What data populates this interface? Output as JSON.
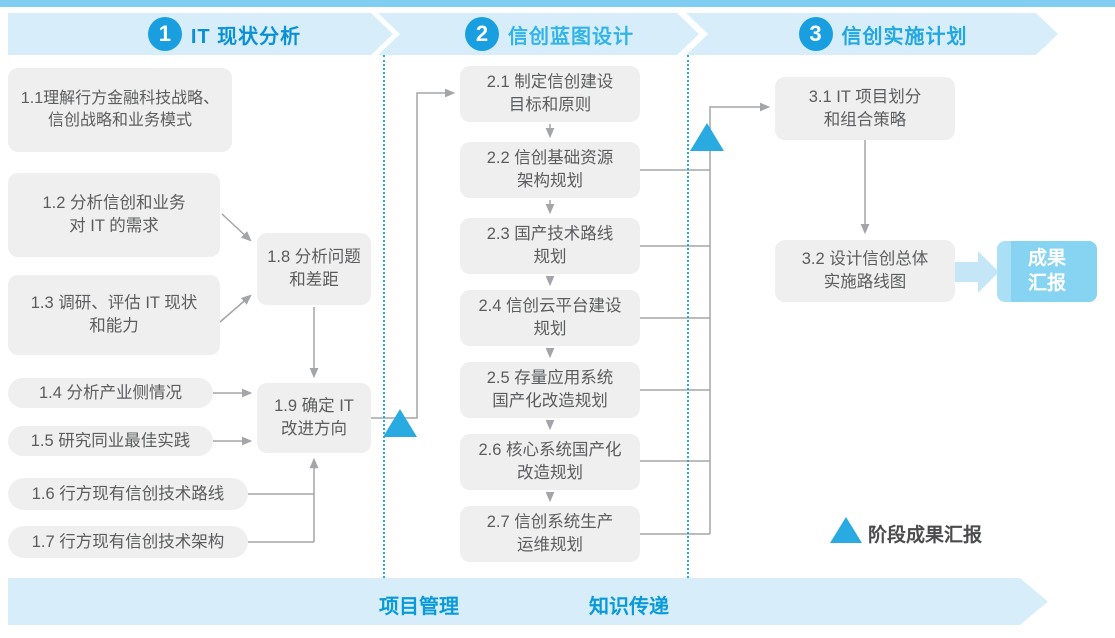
{
  "phases": [
    {
      "number": "1",
      "title": "IT 现状分析"
    },
    {
      "number": "2",
      "title": "信创蓝图设计"
    },
    {
      "number": "3",
      "title": "信创实施计划"
    }
  ],
  "steps": {
    "s11": {
      "l1": "1.1理解行方金融科技战略、",
      "l2": "信创战略和业务模式"
    },
    "s12": {
      "l1": "1.2 分析信创和业务",
      "l2": "对 IT 的需求"
    },
    "s13": {
      "l1": "1.3 调研、评估 IT 现状",
      "l2": "和能力"
    },
    "s14": {
      "l1": "1.4 分析产业侧情况"
    },
    "s15": {
      "l1": "1.5 研究同业最佳实践"
    },
    "s16": {
      "l1": "1.6 行方现有信创技术路线"
    },
    "s17": {
      "l1": "1.7 行方现有信创技术架构"
    },
    "s18": {
      "l1": "1.8 分析问题",
      "l2": "和差距"
    },
    "s19": {
      "l1": "1.9 确定 IT",
      "l2": "改进方向"
    },
    "s21": {
      "l1": "2.1 制定信创建设",
      "l2": "目标和原则"
    },
    "s22": {
      "l1": "2.2 信创基础资源",
      "l2": "架构规划"
    },
    "s23": {
      "l1": "2.3 国产技术路线",
      "l2": "规划"
    },
    "s24": {
      "l1": "2.4 信创云平台建设",
      "l2": "规划"
    },
    "s25": {
      "l1": "2.5 存量应用系统",
      "l2": "国产化改造规划"
    },
    "s26": {
      "l1": "2.6 核心系统国产化",
      "l2": "改造规划"
    },
    "s27": {
      "l1": "2.7 信创系统生产",
      "l2": "运维规划"
    },
    "s31": {
      "l1": "3.1 IT 项目划分",
      "l2": "和组合策略"
    },
    "s32": {
      "l1": "3.2 设计信创总体",
      "l2": "实施路线图"
    }
  },
  "result_box": {
    "l1": "成果",
    "l2": "汇报"
  },
  "legend": {
    "label": "阶段成果汇报"
  },
  "footer": {
    "left": "项目管理",
    "right": "知识传递"
  },
  "colors": {
    "accent_blue": "#29abe2",
    "phase_circle": "#199fe0",
    "banner_bg": "#d7eefa",
    "top_stripe": "#7fcdf0",
    "box_bg": "#efefef",
    "box_text": "#5b5c5e",
    "connector_gray": "#a3a5a8",
    "result_box_bg": "#86d3f2",
    "footer_text": "#0a9ad8"
  }
}
